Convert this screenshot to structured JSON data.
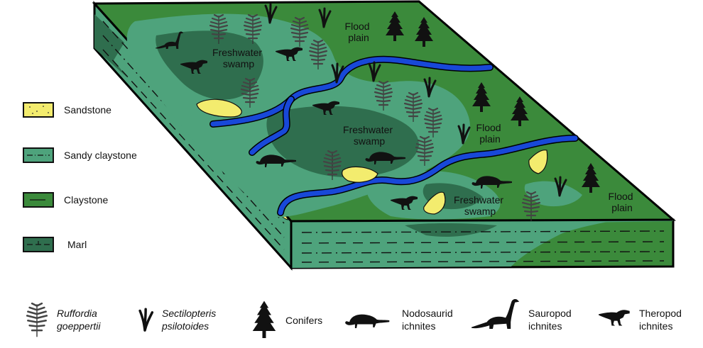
{
  "map_labels": {
    "flood_plain_1": [
      "Flood",
      "plain"
    ],
    "flood_plain_2": [
      "Flood",
      "plain"
    ],
    "flood_plain_3": [
      "Flood",
      "plain"
    ],
    "swamp_1": [
      "Freshwater",
      "swamp"
    ],
    "swamp_2": [
      "Freshwater",
      "swamp"
    ],
    "swamp_3": [
      "Freshwater",
      "swamp"
    ]
  },
  "lithology_legend": [
    {
      "label": "Sandstone",
      "color": "#f3ec6e"
    },
    {
      "label": "Sandy claystone",
      "color": "#4ea37c"
    },
    {
      "label": "Claystone",
      "color": "#3b8a3b"
    },
    {
      "label": "Marl",
      "color": "#2f6e4e"
    }
  ],
  "symbol_legend": [
    {
      "icon": "fern-icon",
      "lines": [
        "Ruffordia",
        "goeppertii"
      ],
      "italic": true
    },
    {
      "icon": "sectilopteris-icon",
      "lines": [
        "Sectilopteris",
        "psilotoides"
      ],
      "italic": true
    },
    {
      "icon": "conifer-icon",
      "lines": [
        "Conifers"
      ],
      "italic": false
    },
    {
      "icon": "nodosaurid-icon",
      "lines": [
        "Nodosaurid",
        "ichnites"
      ],
      "italic": false
    },
    {
      "icon": "sauropod-icon",
      "lines": [
        "Sauropod",
        "ichnites"
      ],
      "italic": false
    },
    {
      "icon": "theropod-icon",
      "lines": [
        "Theropod",
        "ichnites"
      ],
      "italic": false
    }
  ],
  "colors": {
    "flood_plain": "#3b8a3b",
    "sandy_claystone": "#4ea37c",
    "swamp": "#2f6e4e",
    "river": "#1848d8",
    "sandstone": "#f3ec6e"
  }
}
